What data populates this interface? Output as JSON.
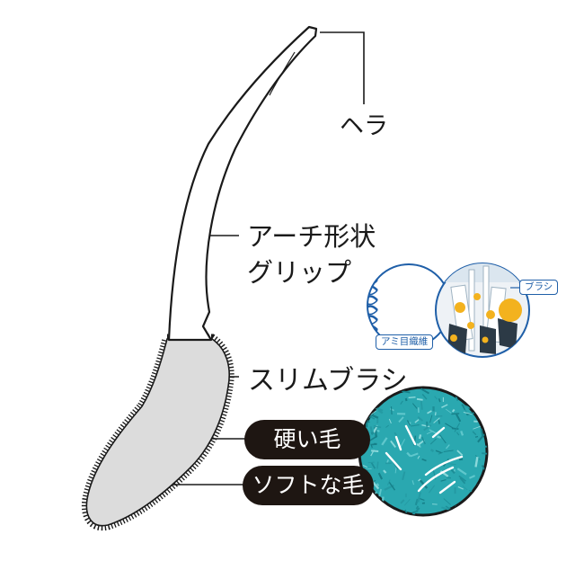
{
  "labels": {
    "hera": "ヘラ",
    "arch_grip_line1": "アーチ形状",
    "arch_grip_line2": "グリップ",
    "slim_brush": "スリムブラシ",
    "hard_bristles": "硬い毛",
    "soft_bristles": "ソフトな毛"
  },
  "insets": {
    "mesh_weave": "アミ目織維",
    "brush": "ブラシ"
  },
  "colors": {
    "outline": "#1a1a1a",
    "brush_fill": "#dcdcdc",
    "pill_bg": "#1e1612",
    "mesh_blue": "#1f5fa8",
    "bristle_teal": "#2aa8b0",
    "dirt_orange": "#f3b21e"
  }
}
